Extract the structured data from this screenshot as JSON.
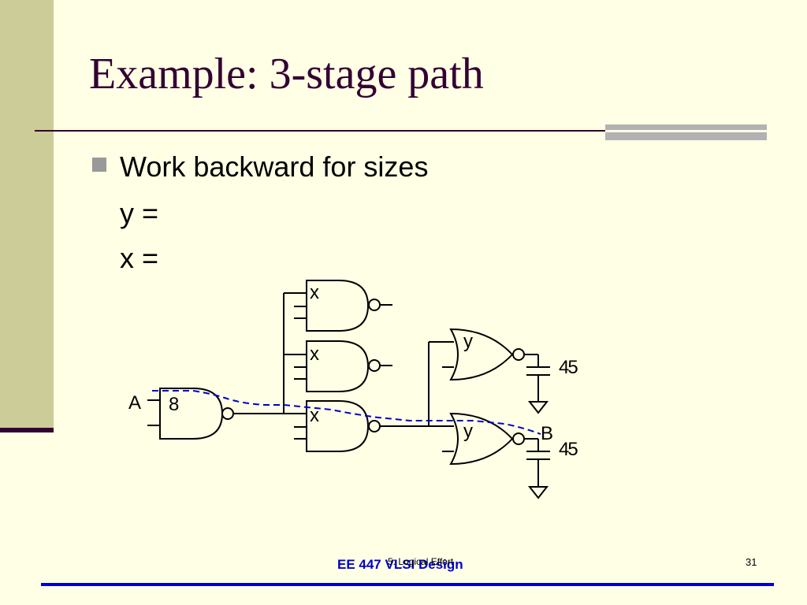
{
  "slide": {
    "title": "Example: 3-stage path",
    "bullet": "Work backward for sizes",
    "lines": [
      "y =",
      "x ="
    ]
  },
  "diagram": {
    "input_label": "A",
    "output_label": "B",
    "first_gate_size": "8",
    "nand_sizes": [
      "x",
      "x",
      "x"
    ],
    "nor_sizes": [
      "y",
      "y"
    ],
    "loads": [
      "45",
      "45"
    ],
    "path_color": "#0000CC"
  },
  "footer": {
    "course": "EE 447 VLSI Design",
    "source": "5: Logical Effort",
    "page": "31"
  },
  "colors": {
    "background": "#FFFFE5",
    "side_band": "#CCCC99",
    "title": "#330033",
    "accent_blue": "#0000CC"
  }
}
